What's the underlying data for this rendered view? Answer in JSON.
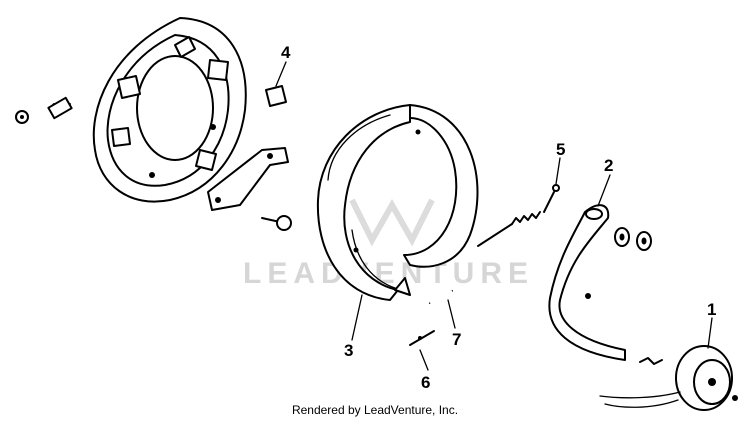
{
  "diagram": {
    "callouts": [
      {
        "id": "callout-1",
        "label": "1"
      },
      {
        "id": "callout-2",
        "label": "2"
      },
      {
        "id": "callout-3",
        "label": "3"
      },
      {
        "id": "callout-4",
        "label": "4"
      },
      {
        "id": "callout-5",
        "label": "5"
      },
      {
        "id": "callout-6",
        "label": "6"
      },
      {
        "id": "callout-7",
        "label": "7"
      }
    ],
    "watermark": "LEADVENTURE",
    "credit": "Rendered by LeadVenture, Inc."
  }
}
